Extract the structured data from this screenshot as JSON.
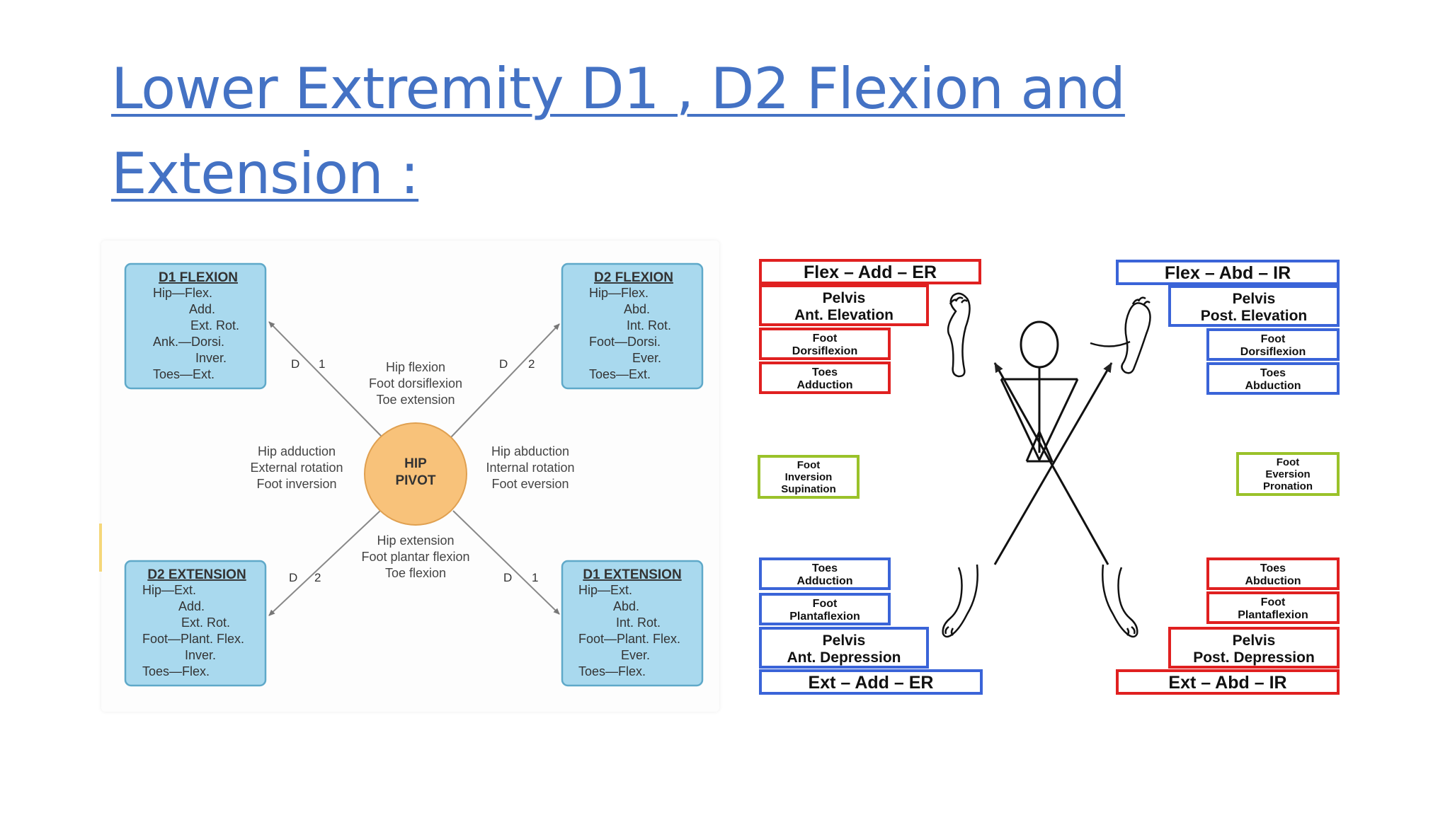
{
  "slide": {
    "title": "Lower Extremity D1 , D2 Flexion and Extension :"
  },
  "left_diagram": {
    "pivot": [
      "HIP",
      "PIVOT"
    ],
    "boxes": {
      "d1_flexion": {
        "header": "D1 FLEXION",
        "lines": [
          "Hip—Flex.",
          "Add.",
          "Ext. Rot.",
          "Ank.—Dorsi.",
          "Inver.",
          "Toes—Ext."
        ]
      },
      "d2_flexion": {
        "header": "D2 FLEXION",
        "lines": [
          "Hip—Flex.",
          "Abd.",
          "Int. Rot.",
          "Foot—Dorsi.",
          "Ever.",
          "Toes—Ext."
        ]
      },
      "d2_extension": {
        "header": "D2 EXTENSION",
        "lines": [
          "Hip—Ext.",
          "Add.",
          "Ext. Rot.",
          "Foot—Plant. Flex.",
          "Inver.",
          "Toes—Flex."
        ]
      },
      "d1_extension": {
        "header": "D1 EXTENSION",
        "lines": [
          "Hip—Ext.",
          "Abd.",
          "Int. Rot.",
          "Foot—Plant. Flex.",
          "Ever.",
          "Toes—Flex."
        ]
      }
    },
    "motions": {
      "top": [
        "Hip flexion",
        "Foot dorsiflexion",
        "Toe extension"
      ],
      "left": [
        "Hip adduction",
        "External rotation",
        "Foot inversion"
      ],
      "right": [
        "Hip abduction",
        "Internal rotation",
        "Foot eversion"
      ],
      "bottom": [
        "Hip extension",
        "Foot plantar flexion",
        "Toe flexion"
      ]
    },
    "axis_labels": {
      "upper_left": [
        "D",
        "1"
      ],
      "upper_right": [
        "D",
        "2"
      ],
      "lower_left": [
        "D",
        "2"
      ],
      "lower_right": [
        "D",
        "1"
      ]
    },
    "colors": {
      "box_fill": "#a9d9ee",
      "box_border": "#5fa9c9",
      "pivot_fill": "#f8c27a",
      "pivot_border": "#e0a050"
    }
  },
  "right_diagram": {
    "colors": {
      "red": "#e02020",
      "blue": "#3a64d8",
      "green": "#9ac22a"
    },
    "top_left": {
      "pattern": "Flex – Add – ER",
      "pelvis": [
        "Pelvis",
        "Ant. Elevation"
      ],
      "foot": [
        "Foot",
        "Dorsiflexion"
      ],
      "toes": [
        "Toes",
        "Adduction"
      ]
    },
    "top_right": {
      "pattern": "Flex – Abd – IR",
      "pelvis": [
        "Pelvis",
        "Post. Elevation"
      ],
      "foot": [
        "Foot",
        "Dorsiflexion"
      ],
      "toes": [
        "Toes",
        "Abduction"
      ]
    },
    "mid_left": [
      "Foot",
      "Inversion",
      "Supination"
    ],
    "mid_right": [
      "Foot",
      "Eversion",
      "Pronation"
    ],
    "bottom_left": {
      "toes": [
        "Toes",
        "Adduction"
      ],
      "foot": [
        "Foot",
        "Plantaflexion"
      ],
      "pelvis": [
        "Pelvis",
        "Ant. Depression"
      ],
      "pattern": "Ext – Add – ER"
    },
    "bottom_right": {
      "toes": [
        "Toes",
        "Abduction"
      ],
      "foot": [
        "Foot",
        "Plantaflexion"
      ],
      "pelvis": [
        "Pelvis",
        "Post. Depression"
      ],
      "pattern": "Ext – Abd – IR"
    }
  }
}
